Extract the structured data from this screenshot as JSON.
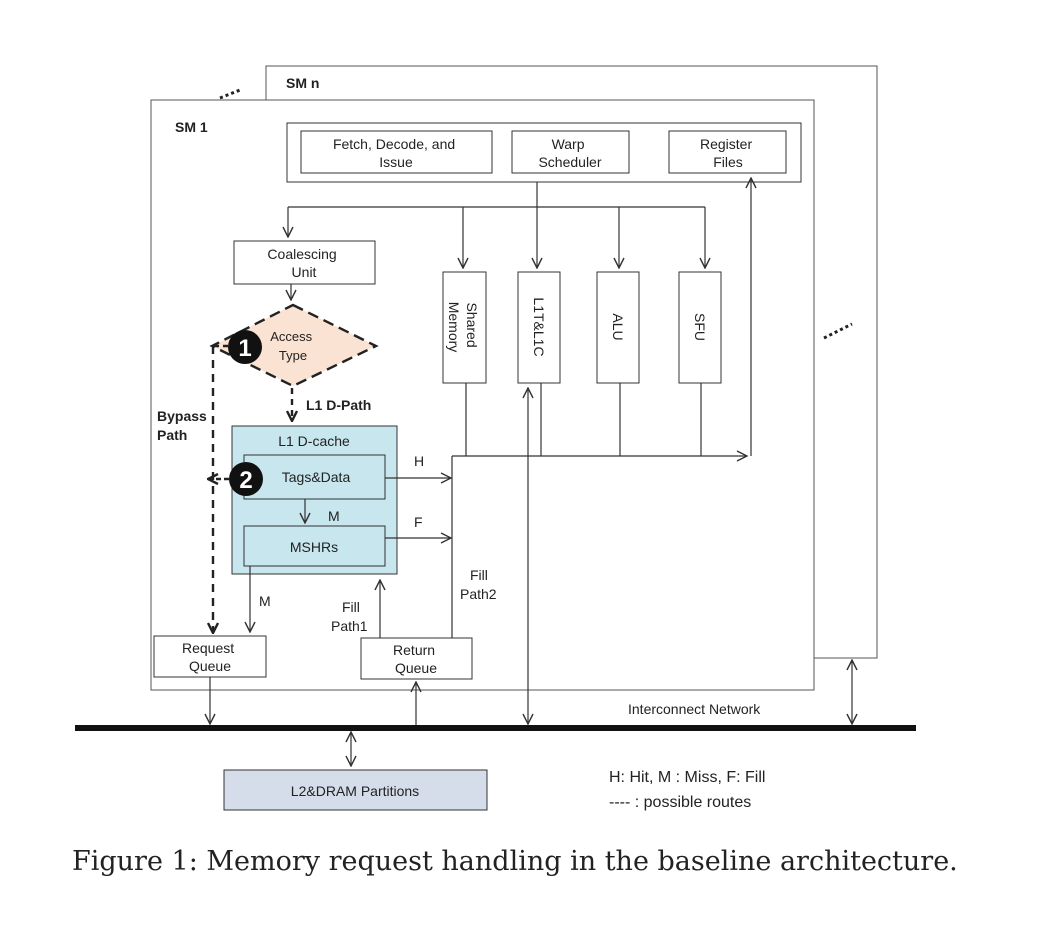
{
  "sm_n_label": "SM n",
  "sm_1_label": "SM 1",
  "front_end": {
    "fetch": [
      "Fetch, Decode, and",
      "Issue"
    ],
    "warp": [
      "Warp",
      "Scheduler"
    ],
    "regs": [
      "Register",
      "Files"
    ]
  },
  "coalescing": [
    "Coalescing",
    "Unit"
  ],
  "access_type": [
    "Access",
    "Type"
  ],
  "markers": {
    "one": "1",
    "two": "2"
  },
  "l1_dpath": "L1 D-Path",
  "bypass_path": [
    "Bypass",
    "Path"
  ],
  "l1_dcache_title": "L1 D-cache",
  "tags_data": "Tags&Data",
  "mshrs": "MSHRs",
  "units": {
    "shared_memory": [
      "Shared",
      "Memory"
    ],
    "l1t_l1c": "L1T&L1C",
    "alu": "ALU",
    "sfu": "SFU"
  },
  "labels": {
    "h": "H",
    "f": "F",
    "m_inner": "M",
    "m_outer": "M",
    "fill_path1": [
      "Fill",
      "Path1"
    ],
    "fill_path2": [
      "Fill",
      "Path2"
    ]
  },
  "request_queue": [
    "Request",
    "Queue"
  ],
  "return_queue": [
    "Return",
    "Queue"
  ],
  "interconnect": "Interconnect Network",
  "l2_dram": "L2&DRAM Partitions",
  "legend": [
    "H: Hit, M : Miss, F: Fill",
    "---- : possible routes"
  ],
  "caption": "Figure 1:  Memory request handling in the baseline architecture.",
  "colors": {
    "diamond_fill": "#fbe3d3",
    "cache_fill": "#c7e6ee",
    "l2_fill": "#d5dcea",
    "stroke": "#333333"
  }
}
